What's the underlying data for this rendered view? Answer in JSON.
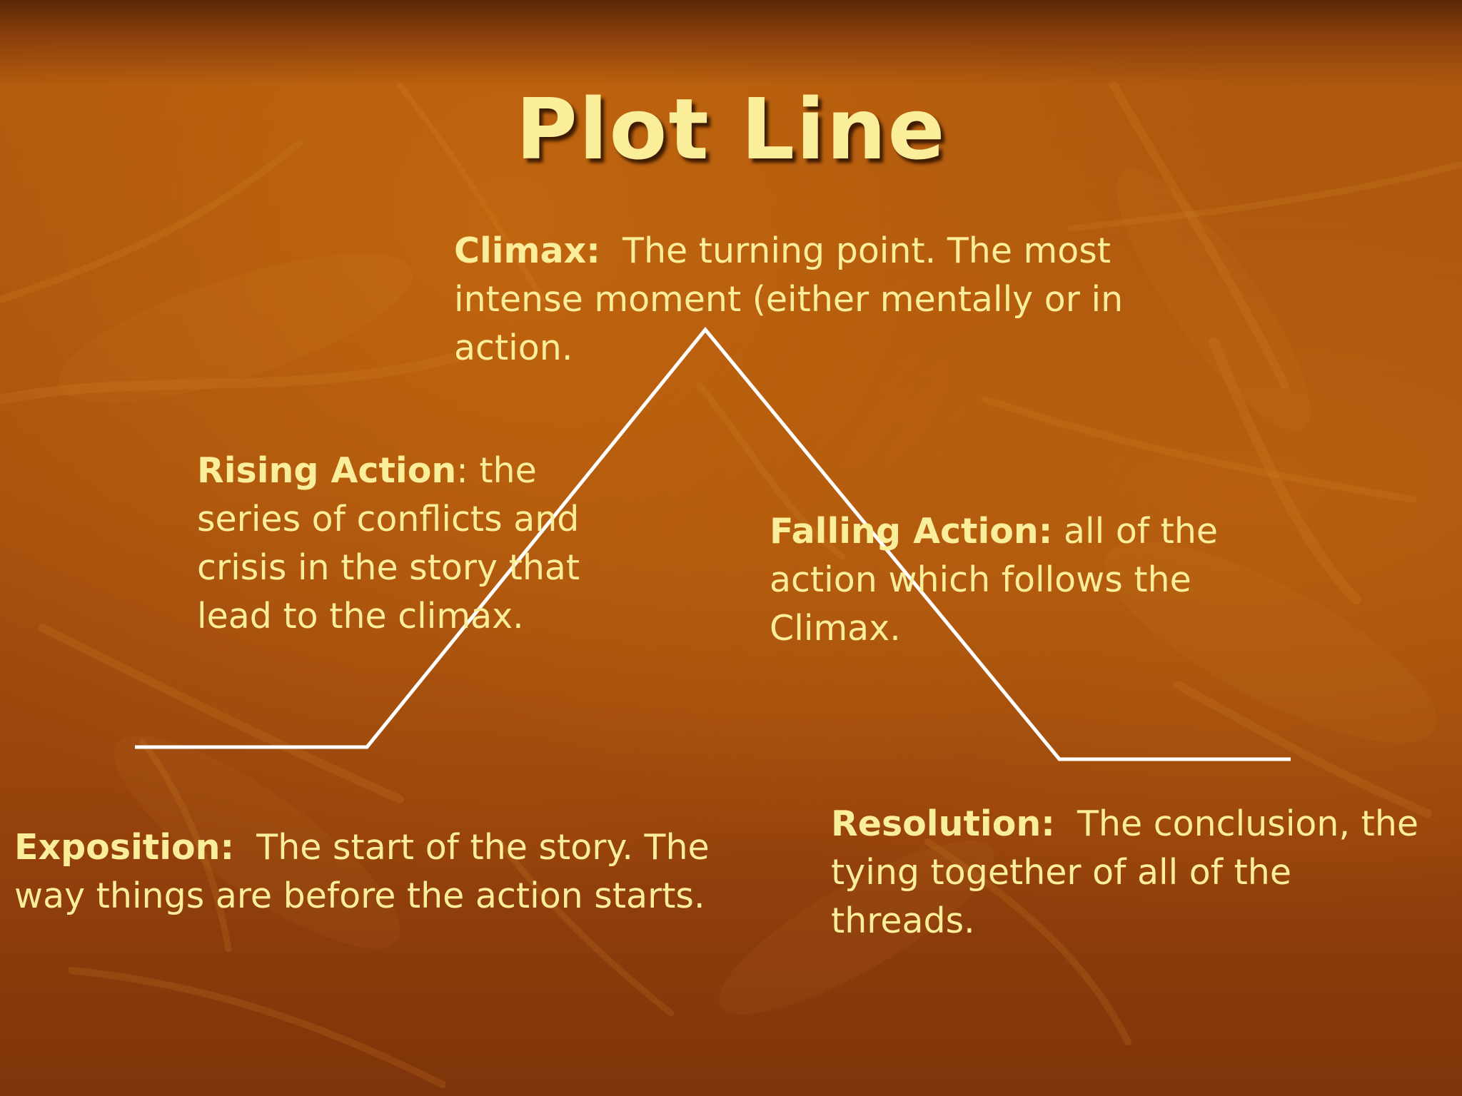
{
  "title": "Plot Line",
  "colors": {
    "text": "#fbee9a",
    "line": "#ffffff",
    "background": "#a5500e"
  },
  "stages": {
    "climax": {
      "term": "Climax:",
      "text": "The turning point.  The most intense moment (either mentally or in action."
    },
    "rising_action": {
      "term": "Rising Action",
      "text": ": the series of conflicts and crisis in the story that lead to the climax."
    },
    "falling_action": {
      "term": "Falling Action:",
      "text": "all of the action which follows the Climax."
    },
    "exposition": {
      "term": "Exposition:",
      "text": "The start of the story. The way things are before the action starts."
    },
    "resolution": {
      "term": "Resolution:",
      "text": "The conclusion, the tying together of all of the threads."
    }
  }
}
